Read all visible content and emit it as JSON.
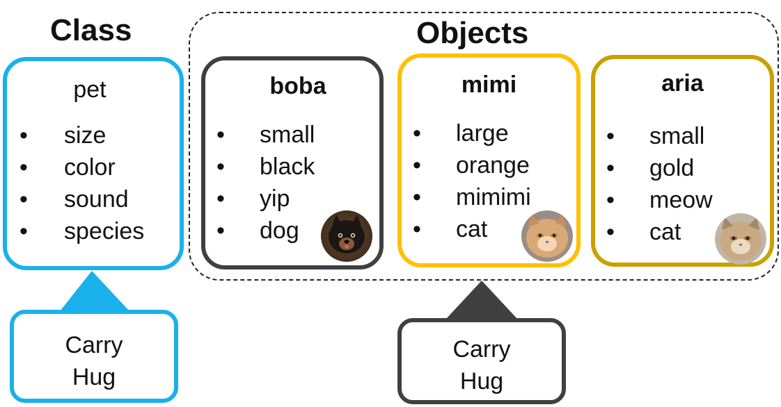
{
  "colors": {
    "class_blue": "#1AB0EA",
    "object_dark": "#404040",
    "object_yellow": "#FFC000",
    "object_gold": "#C9A000"
  },
  "class_heading": "Class",
  "objects_heading": "Objects",
  "class_box": {
    "name": "pet",
    "attributes": [
      "size",
      "color",
      "sound",
      "species"
    ],
    "bullet": "•"
  },
  "objects": [
    {
      "name": "boba",
      "values": [
        "small",
        "black",
        "yip",
        "dog"
      ],
      "photo_icon": "dog-avatar-icon"
    },
    {
      "name": "mimi",
      "values": [
        "large",
        "orange",
        "mimimi",
        "cat"
      ],
      "photo_icon": "cat-avatar-icon"
    },
    {
      "name": "aria",
      "values": [
        "small",
        "gold",
        "meow",
        "cat"
      ],
      "photo_icon": "cat-avatar-icon"
    }
  ],
  "class_methods": [
    "Carry",
    "Hug"
  ],
  "object_methods": [
    "Carry",
    "Hug"
  ]
}
